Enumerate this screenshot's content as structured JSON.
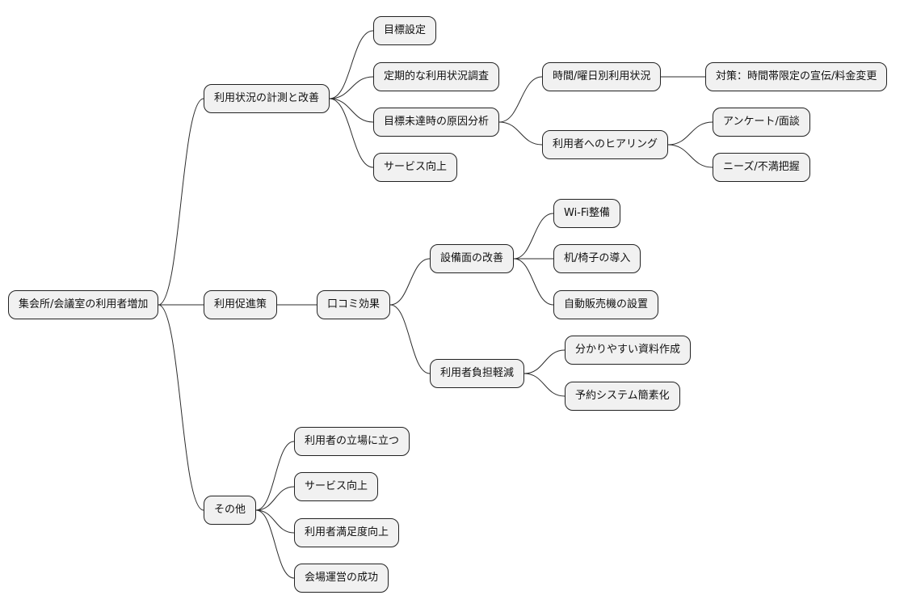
{
  "mindmap": {
    "root": {
      "id": "root",
      "label": "集会所/会議室の利用者増加",
      "children": [
        {
          "id": "measure",
          "label": "利用状況の計測と改善",
          "children": [
            {
              "id": "goal",
              "label": "目標設定",
              "children": []
            },
            {
              "id": "survey",
              "label": "定期的な利用状況調査",
              "children": []
            },
            {
              "id": "cause",
              "label": "目標未達時の原因分析",
              "children": [
                {
                  "id": "bytime",
                  "label": "時間/曜日別利用状況",
                  "children": [
                    {
                      "id": "measures",
                      "label": "対策：時間帯限定の宣伝/料金変更",
                      "children": []
                    }
                  ]
                },
                {
                  "id": "hearing",
                  "label": "利用者へのヒアリング",
                  "children": [
                    {
                      "id": "questionnaire",
                      "label": "アンケート/面談",
                      "children": []
                    },
                    {
                      "id": "needs",
                      "label": "ニーズ/不満把握",
                      "children": []
                    }
                  ]
                }
              ]
            },
            {
              "id": "service1",
              "label": "サービス向上",
              "children": []
            }
          ]
        },
        {
          "id": "promo",
          "label": "利用促進策",
          "children": [
            {
              "id": "wom",
              "label": "口コミ効果",
              "children": [
                {
                  "id": "facility",
                  "label": "設備面の改善",
                  "children": [
                    {
                      "id": "wifi",
                      "label": "Wi-Fi整備",
                      "children": []
                    },
                    {
                      "id": "desk",
                      "label": "机/椅子の導入",
                      "children": []
                    },
                    {
                      "id": "vending",
                      "label": "自動販売機の設置",
                      "children": []
                    }
                  ]
                },
                {
                  "id": "burden",
                  "label": "利用者負担軽減",
                  "children": [
                    {
                      "id": "docs",
                      "label": "分かりやすい資料作成",
                      "children": []
                    },
                    {
                      "id": "reserve",
                      "label": "予約システム簡素化",
                      "children": []
                    }
                  ]
                }
              ]
            }
          ]
        },
        {
          "id": "other",
          "label": "その他",
          "children": [
            {
              "id": "standpoint",
              "label": "利用者の立場に立つ",
              "children": []
            },
            {
              "id": "service2",
              "label": "サービス向上",
              "children": []
            },
            {
              "id": "satisfaction",
              "label": "利用者満足度向上",
              "children": []
            },
            {
              "id": "success",
              "label": "会場運営の成功",
              "children": []
            }
          ]
        }
      ]
    }
  }
}
